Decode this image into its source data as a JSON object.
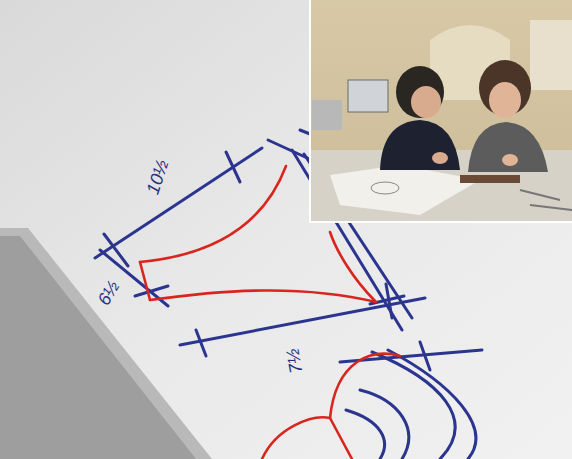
{
  "diagram": {
    "labels": [
      "10½",
      "6½",
      "7½"
    ]
  }
}
